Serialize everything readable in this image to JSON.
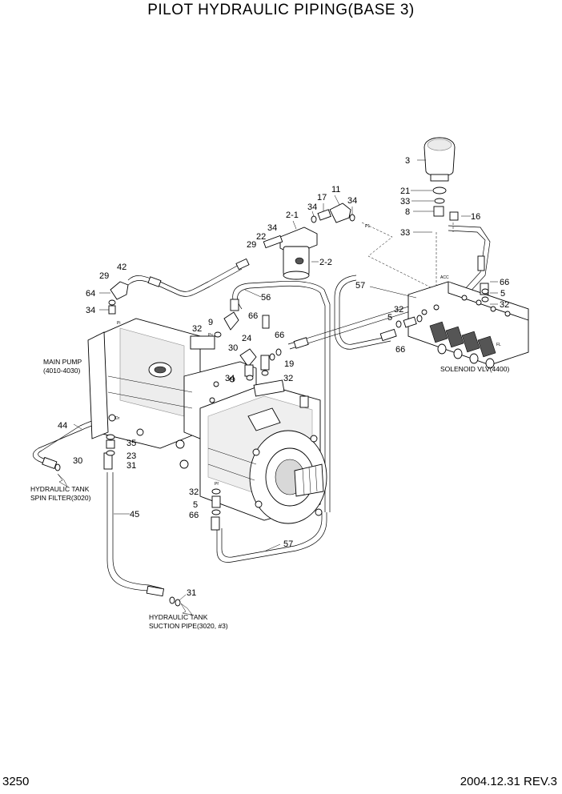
{
  "title": "PILOT HYDRAULIC PIPING(BASE 3)",
  "page_number": "3250",
  "date_rev": "2004.12.31  REV.3",
  "captions": {
    "main_pump_1": "MAIN PUMP",
    "main_pump_2": "(4010-4030)",
    "solenoid": "SOLENOID VLV(4400)",
    "spin_filter_1": "HYDRAULIC TANK",
    "spin_filter_2": "SPIN FILTER(3020)",
    "suction_1": "HYDRAULIC TANK",
    "suction_2": "SUCTION PIPE(3020, #3)"
  },
  "port_marks": {
    "p1": "P1",
    "acc": "ACC",
    "pi": "Pi",
    "ps": "Ps",
    "fl": "FL",
    "dr": "Dr",
    "pf": "Pf"
  },
  "callouts": [
    "3",
    "21",
    "33",
    "8",
    "16",
    "33",
    "11",
    "17",
    "34",
    "34",
    "2-1",
    "34",
    "22",
    "29",
    "2-2",
    "42",
    "29",
    "64",
    "34",
    "57",
    "66",
    "5",
    "32",
    "32",
    "5",
    "66",
    "56",
    "9",
    "66",
    "32",
    "66",
    "24",
    "30",
    "19",
    "34",
    "32",
    "44",
    "35",
    "23",
    "31",
    "30",
    "32",
    "5",
    "66",
    "45",
    "57",
    "31"
  ]
}
